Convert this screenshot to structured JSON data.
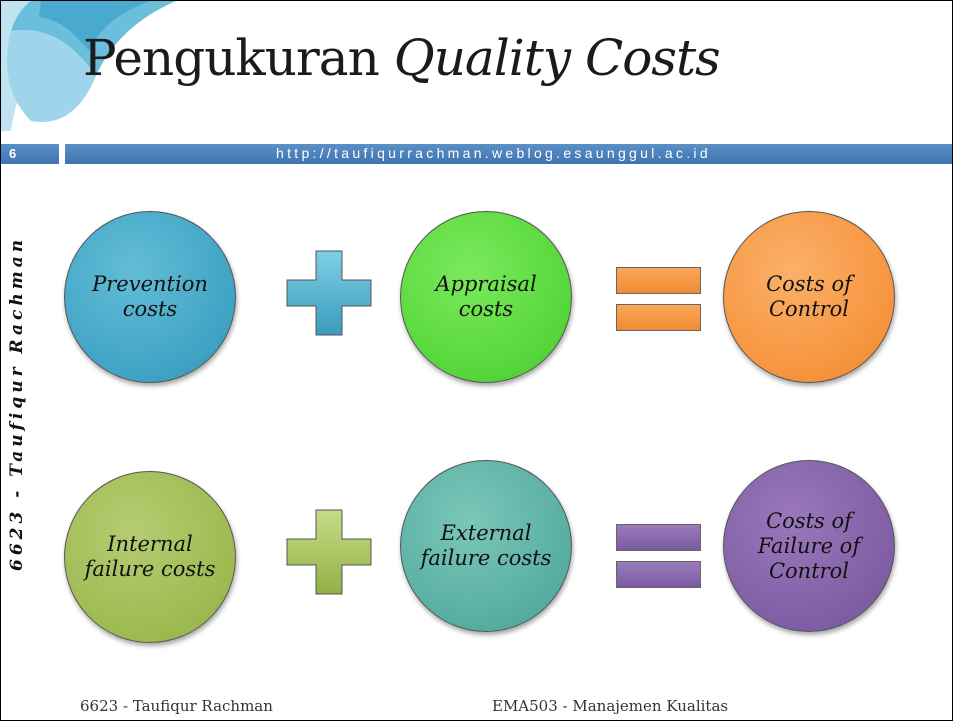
{
  "title": {
    "main": "Pengukuran",
    "italic": "Quality Costs"
  },
  "header": {
    "slide_number": "6",
    "url": "http://taufiqurrachman.weblog.esaunggul.ac.id"
  },
  "side_text": "6623 - Taufiqur Rachman",
  "row1": {
    "circle1": "Prevention costs",
    "operator1": "plus",
    "circle2": "Appraisal costs",
    "operator2": "equals",
    "result": "Costs of Control"
  },
  "row2": {
    "circle1": "Internal failure costs",
    "operator1": "plus",
    "circle2": "External failure costs",
    "operator2": "equals",
    "result": "Costs of Failure of Control"
  },
  "colors": {
    "prevention": "#3fa3c4",
    "appraisal": "#56d63a",
    "control": "#f6943d",
    "internal": "#9dba50",
    "external": "#57ada2",
    "failure_of_control": "#7f5ea5",
    "header_bar": "#4a80bd"
  },
  "footer": {
    "left": "6623 - Taufiqur Rachman",
    "right": "EMA503 - Manajemen Kualitas"
  }
}
